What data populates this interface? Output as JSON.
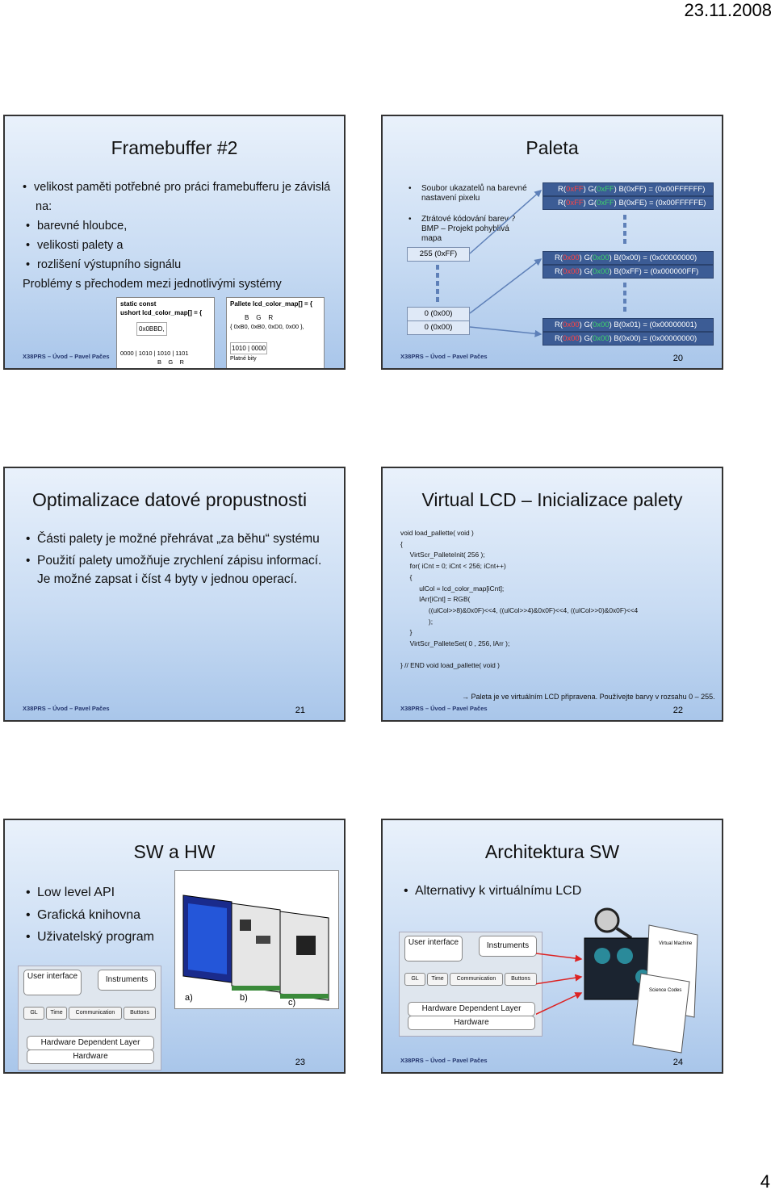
{
  "page": {
    "date": "23.11.2008",
    "number": "4"
  },
  "footer": "X38PRS – Úvod – Pavel Pačes",
  "slide19": {
    "title": "Framebuffer #2",
    "intro": "velikost paměti potřebné pro práci framebufferu je závislá na:",
    "bullets": [
      "barevné hloubce,",
      "velikosti palety a",
      "rozlišení výstupního signálu"
    ],
    "closing": "Problémy s přechodem mezi jednotlivými systémy",
    "code1": {
      "line1": "static const",
      "line2": "ushort lcd_color_map[] = {",
      "value": "0x0BBD,",
      "bits": "0000 | 1010 | 1010 | 1101",
      "labels": "B    G    R"
    },
    "code2": {
      "line1": "Pallete lcd_color_map[] = {",
      "header": "B    G    R",
      "values": "{ 0xB0, 0xB0, 0xD0, 0x00 },",
      "bits": "1010 | 0000",
      "caption": "Platné bity"
    }
  },
  "slide20": {
    "title": "Paleta",
    "number": "20",
    "bullets": [
      "Soubor ukazatelů na barevné nastavení pixelu",
      "Ztrátové kódování barev ? BMP – Projekt pohyblivá mapa"
    ],
    "index_top": "255 (0xFF)",
    "index_bottom_1": "0 (0x00)",
    "index_bottom_2": "0 (0x00)",
    "rows": [
      {
        "r": "0xFF",
        "g": "0xFF",
        "b": "0xFF",
        "result": "(0x00FFFFFF)"
      },
      {
        "r": "0xFF",
        "g": "0xFF",
        "b": "0xFE",
        "result": "(0x00FFFFFE)"
      },
      {
        "r": "0x00",
        "g": "0x00",
        "b": "0x00",
        "result": "(0x00000000)"
      },
      {
        "r": "0x00",
        "g": "0x00",
        "b": "0xFF",
        "result": "(0x000000FF)"
      },
      {
        "r": "0x00",
        "g": "0x00",
        "b": "0x01",
        "result": "(0x00000001)"
      },
      {
        "r": "0x00",
        "g": "0x00",
        "b": "0x00",
        "result": "(0x00000000)"
      }
    ]
  },
  "slide21": {
    "title": "Optimalizace datové propustnosti",
    "number": "21",
    "bullets": [
      "Části palety je možné přehrávat „za běhu“ systému",
      "Použití palety umožňuje zrychlení zápisu informací. Je možné zapsat  i číst 4 byty v jednou operací."
    ]
  },
  "slide22": {
    "title": "Virtual LCD – Inicializace palety",
    "number": "22",
    "code": "void load_pallette( void )\n{\n     VirtScr_PalleteInit( 256 );\n     for( iCnt = 0; iCnt < 256; iCnt++)\n     {\n          ulCol = lcd_color_map[iCnt];\n          lArr[iCnt] = RGB(\n               ((ulCol>>8)&0x0F)<<4, ((ulCol>>4)&0x0F)<<4, ((ulCol>>0)&0x0F)<<4\n               );\n     }\n     VirtScr_PalleteSet( 0 , 256, lArr );\n\n} // END void load_pallette( void )",
    "note": "→ Paleta je ve virtuálním LCD připravena. Používejte barvy v rozsahu 0 – 255."
  },
  "slide23": {
    "title": "SW a HW",
    "number": "23",
    "bullets": [
      "Low level API",
      "Grafická knihovna",
      "Uživatelský program"
    ],
    "fig_labels": [
      "a)",
      "b)",
      "c)"
    ],
    "layers": {
      "user": "User interface",
      "instruments": "Instruments",
      "gl": "GL",
      "time": "Time",
      "comm": "Communication",
      "buttons": "Buttons",
      "hdl": "Hardware Dependent Layer",
      "hw": "Hardware"
    }
  },
  "slide24": {
    "title": "Architektura SW",
    "number": "24",
    "bullets": [
      "Alternativy k virtuálnímu LCD"
    ],
    "layers": {
      "user": "User interface",
      "instruments": "Instruments",
      "gl": "GL",
      "time": "Time",
      "comm": "Communication",
      "buttons": "Buttons",
      "hdl": "Hardware Dependent Layer",
      "hw": "Hardware"
    },
    "doc_labels": [
      "Virtual Machine",
      "Science Codes"
    ]
  },
  "colors": {
    "slide_bg": "#c9dcf3",
    "footer": "#24366e",
    "palette_box": "#3c5c95"
  }
}
